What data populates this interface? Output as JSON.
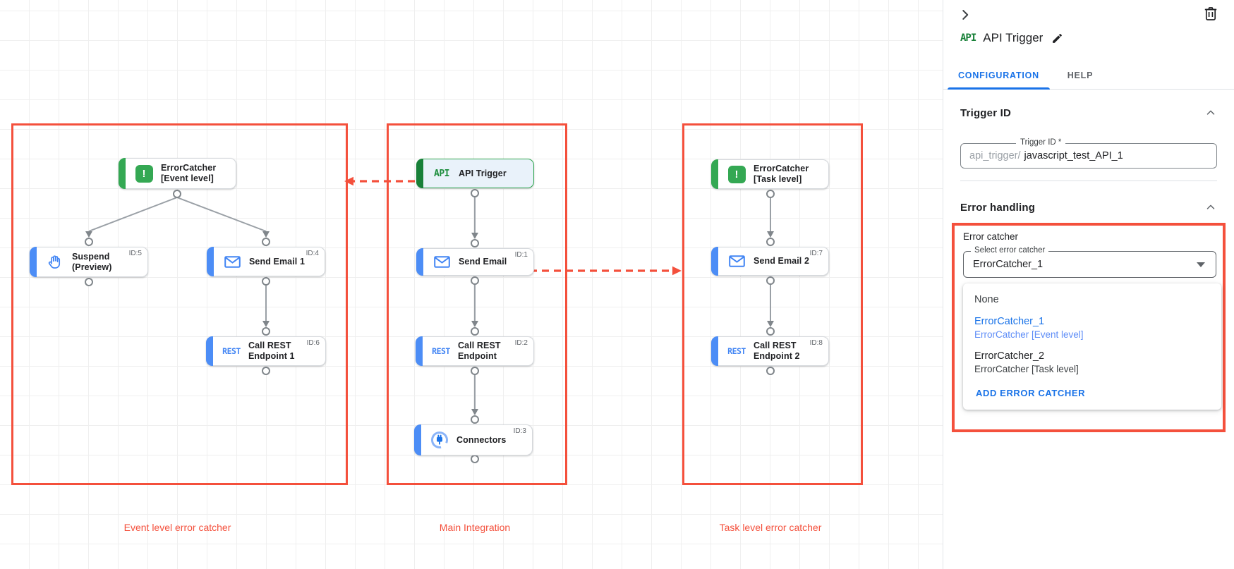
{
  "colors": {
    "annotation_red": "#f4503c",
    "breakpoint_dot_red": "#e01400",
    "accent_blue": "#1a73e8",
    "node_blue": "#4285f4",
    "node_green": "#34a853",
    "dark_green": "#188038",
    "wire_gray": "#9aa0a6"
  },
  "icons": {
    "collapse": "chevron-right",
    "delete": "trash",
    "edit": "pencil",
    "section_toggle": "chevron-up",
    "select_caret": "caret-down",
    "error_catcher": "exclamation",
    "email": "envelope",
    "suspend": "hand",
    "rest": "REST-wordmark",
    "api": "API-wordmark",
    "connectors": "plug-in-circle"
  },
  "canvas": {
    "api_icon_text": "API",
    "rest_icon_text": "REST",
    "groups": [
      {
        "caption": "Event level error catcher"
      },
      {
        "caption": "Main Integration"
      },
      {
        "caption": "Task level error catcher"
      }
    ],
    "nodes": [
      {
        "label1": "ErrorCatcher",
        "label2": "[Event level]",
        "id_badge": ""
      },
      {
        "label1": "Suspend",
        "label2": "(Preview)",
        "id_badge": "ID:5"
      },
      {
        "label1": "Send Email 1",
        "label2": "",
        "id_badge": "ID:4"
      },
      {
        "label1": "Call REST",
        "label2": "Endpoint 1",
        "id_badge": "ID:6"
      },
      {
        "label1": "API Trigger",
        "label2": "",
        "id_badge": ""
      },
      {
        "label1": "Send Email",
        "label2": "",
        "id_badge": "ID:1"
      },
      {
        "label1": "Call REST",
        "label2": "Endpoint",
        "id_badge": "ID:2"
      },
      {
        "label1": "Connectors",
        "label2": "",
        "id_badge": "ID:3"
      },
      {
        "label1": "ErrorCatcher",
        "label2": "[Task level]",
        "id_badge": ""
      },
      {
        "label1": "Send Email 2",
        "label2": "",
        "id_badge": "ID:7"
      },
      {
        "label1": "Call REST",
        "label2": "Endpoint 2",
        "id_badge": "ID:8"
      }
    ]
  },
  "panel": {
    "api_badge": "API",
    "title": "API Trigger",
    "tabs": [
      {
        "label": "CONFIGURATION"
      },
      {
        "label": "HELP"
      }
    ],
    "trigger_id": {
      "heading": "Trigger ID",
      "field_label": "Trigger ID *",
      "prefix": "api_trigger/",
      "value": "javascript_test_API_1"
    },
    "error_handling": {
      "heading": "Error handling",
      "error_catcher_label": "Error catcher",
      "select_label": "Select error catcher",
      "select_value": "ErrorCatcher_1",
      "menu": {
        "none_label": "None",
        "options": [
          {
            "name": "ErrorCatcher_1",
            "detail": "ErrorCatcher [Event level]"
          },
          {
            "name": "ErrorCatcher_2",
            "detail": "ErrorCatcher [Task level]"
          }
        ],
        "add_label": "ADD ERROR CATCHER"
      }
    }
  }
}
